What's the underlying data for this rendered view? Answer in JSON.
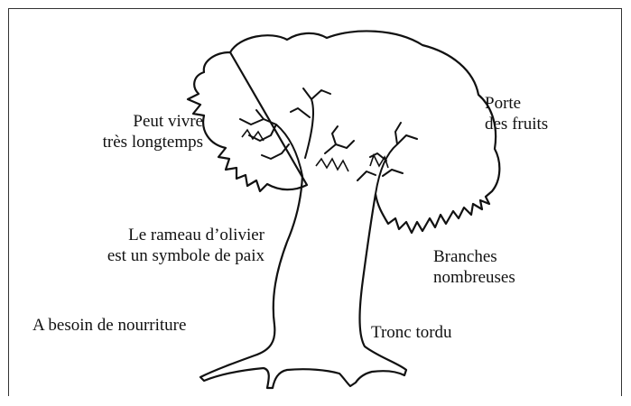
{
  "labels": {
    "long_life": [
      "Peut vivre",
      "très longtemps"
    ],
    "fruits": [
      "Porte",
      "des fruits"
    ],
    "olive_branch": [
      "Le rameau d’olivier",
      "est un symbole de paix"
    ],
    "branches": [
      "Branches",
      "nombreuses"
    ],
    "food": "A besoin de nourriture",
    "trunk": "Tronc tordu"
  },
  "colors": {
    "line": "#111111",
    "background": "#ffffff"
  }
}
